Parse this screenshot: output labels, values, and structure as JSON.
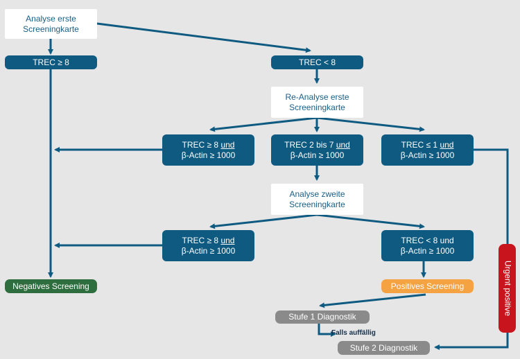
{
  "colors": {
    "primary_blue": "#0f5a80",
    "negative_green": "#2e6e3e",
    "positive_orange": "#f5a243",
    "diagnostic_gray": "#8a8a8a",
    "urgent_red": "#c8141c",
    "background": "#e6e6e6"
  },
  "nodes": {
    "analyse_erste": {
      "line1": "Analyse erste",
      "line2": "Screeningkarte"
    },
    "trec_ge8_top": {
      "label": "TREC ≥ 8"
    },
    "trec_lt8_top": {
      "label": "TREC < 8"
    },
    "reanalyse": {
      "line1": "Re-Analyse erste",
      "line2": "Screeningkarte"
    },
    "ra_left": {
      "pre": "TREC ≥ 8 ",
      "und": "und",
      "line2": "β-Actin ≥ 1000"
    },
    "ra_mid": {
      "pre": "TREC 2 bis 7 ",
      "und": "und",
      "line2": "β-Actin ≥ 1000"
    },
    "ra_right": {
      "pre": "TREC ≤ 1 ",
      "und": "und",
      "line2": "β-Actin ≥ 1000"
    },
    "analyse_zweite": {
      "line1": "Analyse zweite",
      "line2": "Screeningkarte"
    },
    "az_left": {
      "pre": "TREC ≥ 8 ",
      "und": "und",
      "line2": "β-Actin ≥ 1000"
    },
    "az_right": {
      "line1": "TREC < 8 und",
      "line2": "β-Actin ≥ 1000"
    },
    "negatives": {
      "label": "Negatives Screening"
    },
    "positives": {
      "label": "Positives Screening"
    },
    "stufe1": {
      "label": "Stufe 1 Diagnostik"
    },
    "stufe2": {
      "label": "Stufe 2 Diagnostik"
    },
    "urgent": {
      "label": "Urgent positive"
    }
  },
  "annotations": {
    "falls_auffaellig": "Falls auffällig"
  }
}
